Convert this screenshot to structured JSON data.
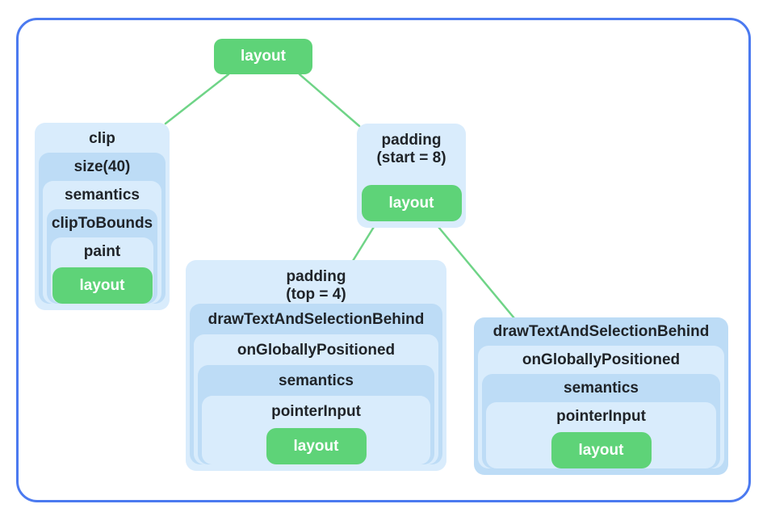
{
  "colors": {
    "green": "#5ed378",
    "line_green": "#6fd487",
    "blue_light": "#d9ecfc",
    "blue_dark": "#bddcf6",
    "frame_border": "#4b7af0",
    "label_text": "#1f2328",
    "leaf_text": "#ffffff"
  },
  "root": {
    "label": "layout"
  },
  "clip_box": {
    "levels": [
      "clip",
      "size(40)",
      "semantics",
      "clipToBounds",
      "paint"
    ],
    "leaf": "layout"
  },
  "padding_start_box": {
    "line1": "padding",
    "line2": "(start = 8)",
    "leaf": "layout"
  },
  "padding_top_box": {
    "line1": "padding",
    "line2": "(top = 4)",
    "levels": [
      "drawTextAndSelectionBehind",
      "onGloballyPositioned",
      "semantics",
      "pointerInput"
    ],
    "leaf": "layout"
  },
  "draw_text_box": {
    "levels": [
      "drawTextAndSelectionBehind",
      "onGloballyPositioned",
      "semantics",
      "pointerInput"
    ],
    "leaf": "layout"
  }
}
